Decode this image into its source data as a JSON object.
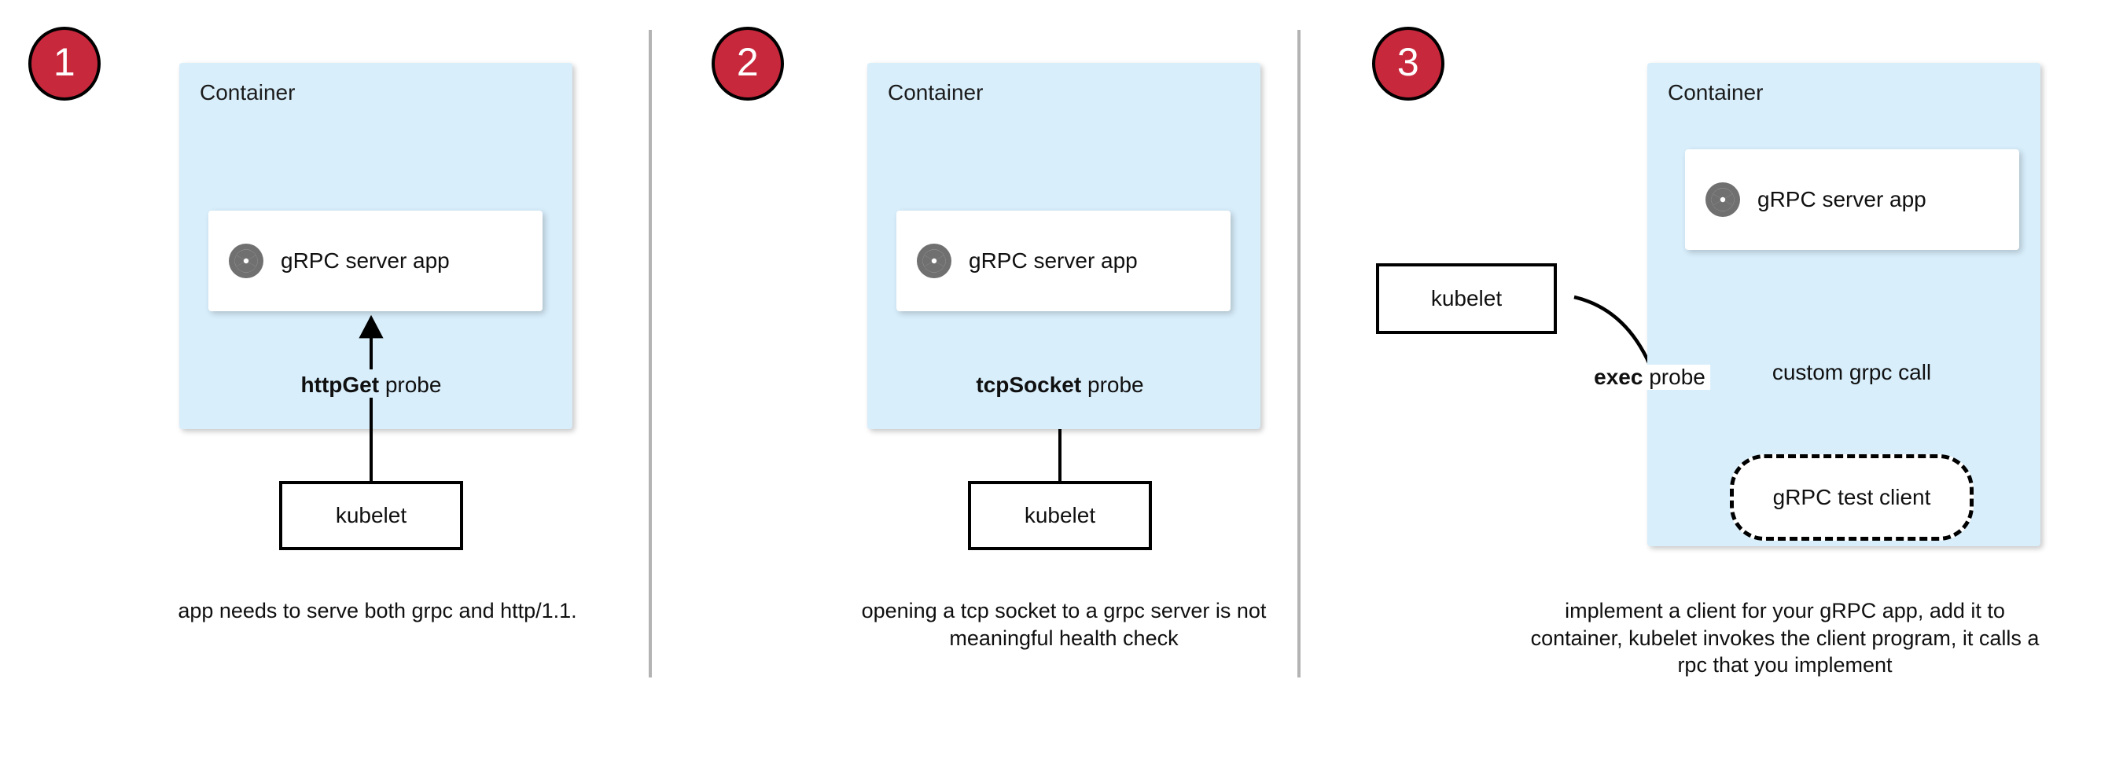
{
  "diagram": {
    "title_present": false,
    "accent_red": "#c8283c",
    "container_blue": "#d8eefb",
    "icon_gray": "#707070",
    "divider_gray": "#b3b3b3"
  },
  "panels": [
    {
      "badge": "1",
      "container_label": "Container",
      "app_label": "gRPC server app",
      "app_icon": "grpc-aperture-icon",
      "probe_label_bold": "httpGet",
      "probe_label_rest": " probe",
      "client_label": "kubelet",
      "caption": "app needs to serve both grpc and http/1.1."
    },
    {
      "badge": "2",
      "container_label": "Container",
      "app_label": "gRPC server app",
      "app_icon": "grpc-aperture-icon",
      "probe_label_bold": "tcpSocket",
      "probe_label_rest": " probe",
      "client_label": "kubelet",
      "caption": "opening a tcp socket to a grpc server is not meaningful health check"
    },
    {
      "badge": "3",
      "container_label": "Container",
      "app_label": "gRPC server app",
      "app_icon": "grpc-aperture-icon",
      "probe_label_bold": "exec",
      "probe_label_rest": " probe",
      "call_label": "custom grpc call",
      "test_client_label": "gRPC test client",
      "client_label": "kubelet",
      "caption": "implement a client for your gRPC app, add it to container, kubelet invokes the client program, it calls a rpc that you implement"
    }
  ]
}
